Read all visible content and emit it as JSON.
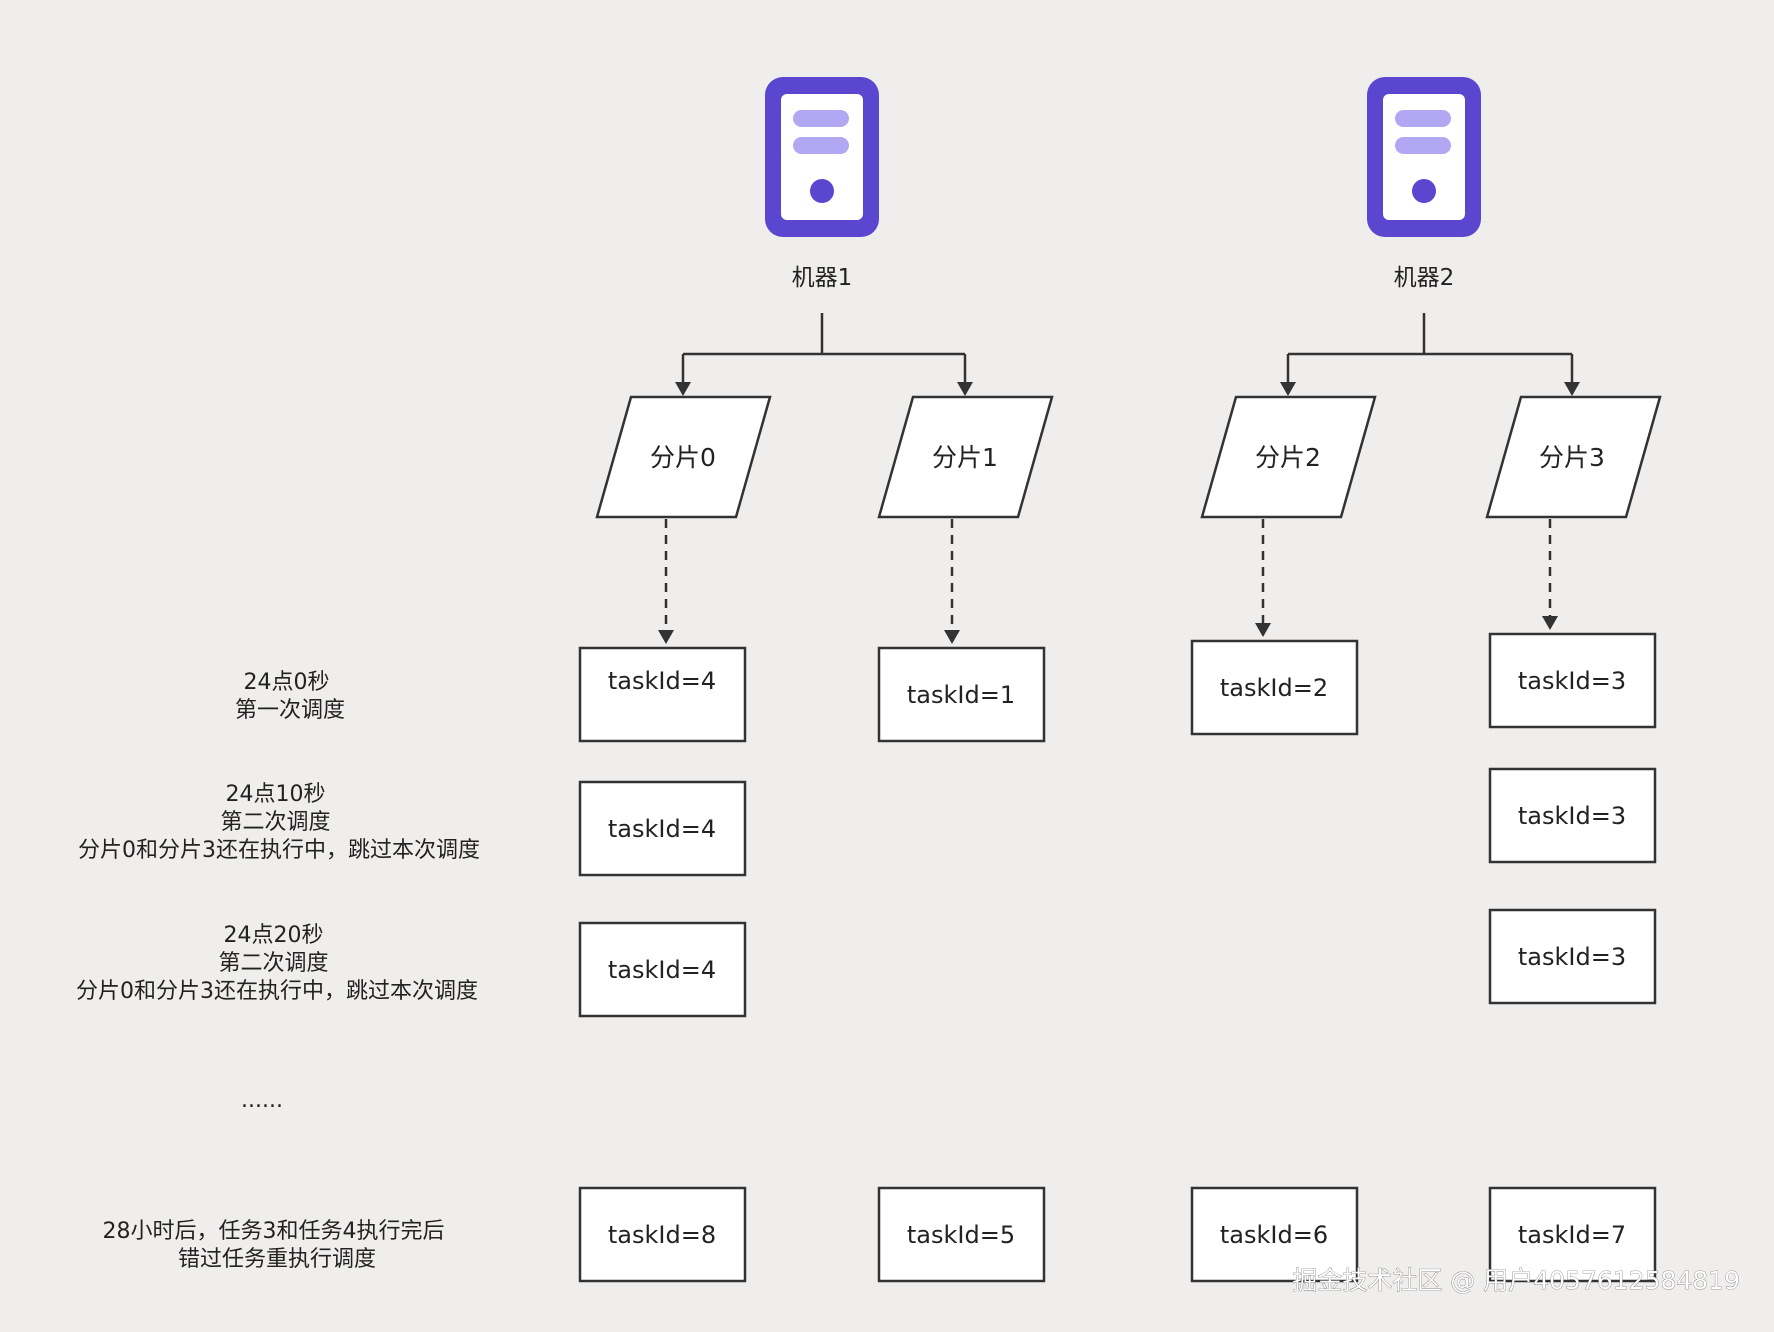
{
  "colors": {
    "background": "#efeeec",
    "server_outer": "#5b46cf",
    "server_inner": "#ffffff",
    "server_bar": "#b2a7f3",
    "server_dot": "#5b46cf",
    "line": "#333333",
    "box_border": "#333333",
    "box_fill": "#ffffff"
  },
  "machines": [
    {
      "label": "机器1",
      "icon": "server-icon"
    },
    {
      "label": "机器2",
      "icon": "server-icon"
    }
  ],
  "shards": [
    {
      "label": "分片0"
    },
    {
      "label": "分片1"
    },
    {
      "label": "分片2"
    },
    {
      "label": "分片3"
    }
  ],
  "rows": [
    {
      "note": [
        "24点0秒",
        "第一次调度"
      ],
      "tasks": [
        "taskId=4",
        "taskId=1",
        "taskId=2",
        "taskId=3"
      ]
    },
    {
      "note": [
        "24点10秒",
        "第二次调度",
        "分片0和分片3还在执行中，跳过本次调度"
      ],
      "tasks": [
        "taskId=4",
        null,
        null,
        "taskId=3"
      ]
    },
    {
      "note": [
        "24点20秒",
        "第二次调度",
        "分片0和分片3还在执行中，跳过本次调度"
      ],
      "tasks": [
        "taskId=4",
        null,
        null,
        "taskId=3"
      ]
    },
    {
      "note": [
        "......"
      ],
      "tasks": [
        null,
        null,
        null,
        null
      ]
    },
    {
      "note": [
        "28小时后，任务3和任务4执行完后",
        "错过任务重执行调度"
      ],
      "tasks": [
        "taskId=8",
        "taskId=5",
        "taskId=6",
        "taskId=7"
      ]
    }
  ],
  "watermark": "掘金技术社区 @ 用户4057612584819"
}
